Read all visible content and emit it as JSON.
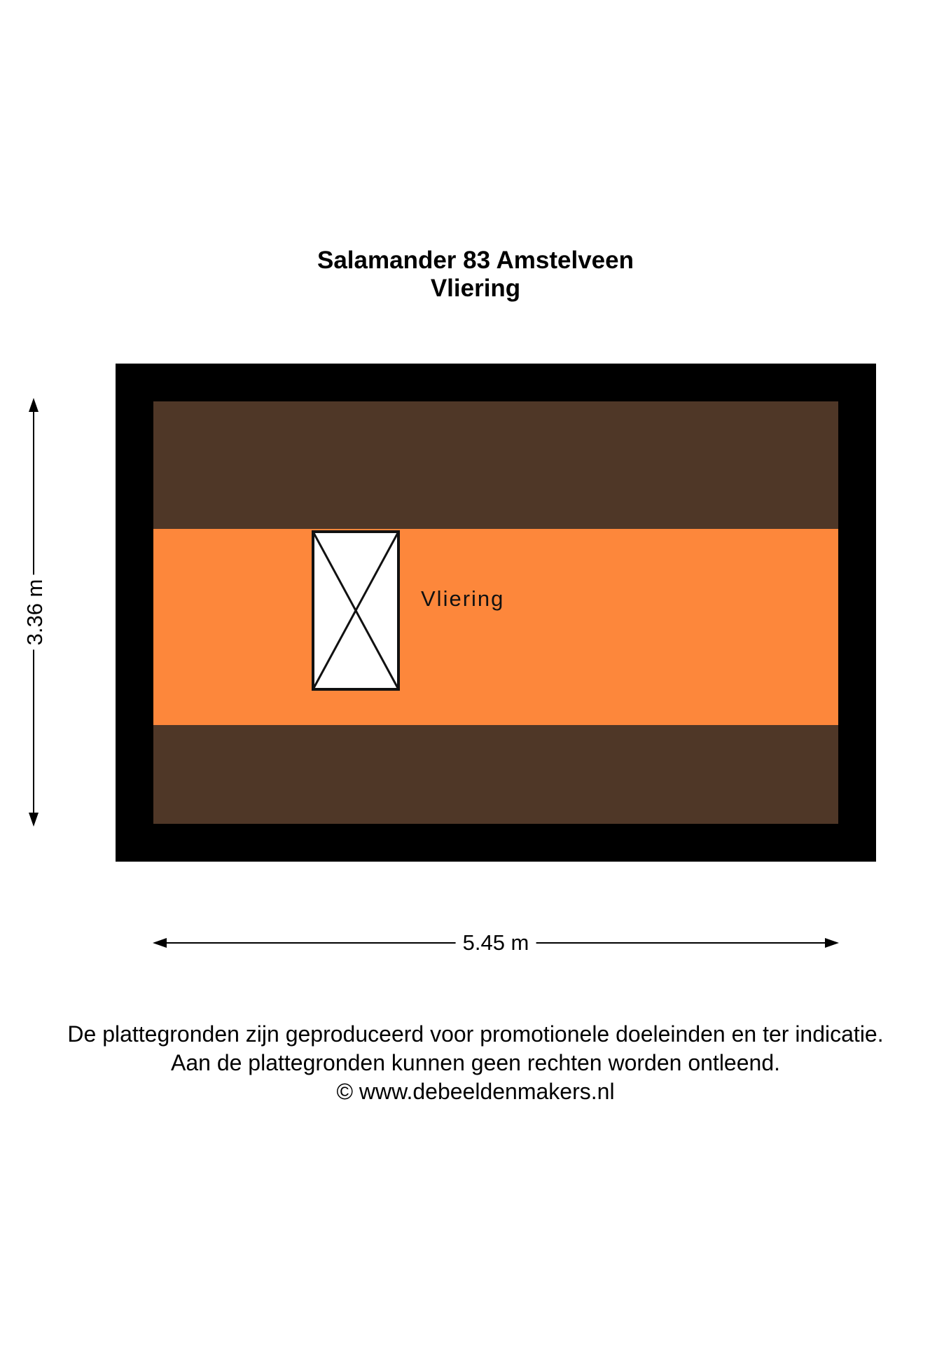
{
  "header": {
    "address": "Salamander 83 Amstelveen",
    "floor_name": "Vliering"
  },
  "plan": {
    "room_label": "Vliering",
    "colors": {
      "wall": "#000000",
      "low_ceiling_area": "#4f3727",
      "usable_area": "#fd873b",
      "hatch": "#ffffff"
    }
  },
  "dimensions": {
    "height_label": "3.36 m",
    "width_label": "5.45 m"
  },
  "footer": {
    "line1": "De plattegronden zijn geproduceerd voor promotionele doeleinden en ter indicatie.",
    "line2": "Aan de plattegronden kunnen geen rechten worden ontleend.",
    "line3": "© www.debeeldenmakers.nl"
  }
}
